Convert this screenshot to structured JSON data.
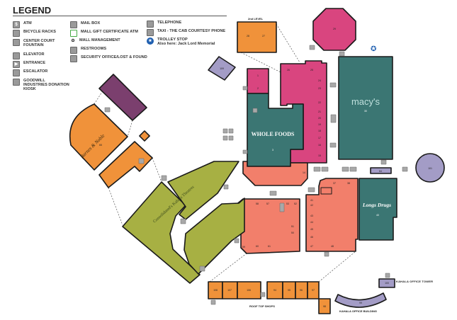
{
  "legend": {
    "title": "LEGEND",
    "items": [
      {
        "icon": "atm-icon",
        "label": "ATM"
      },
      {
        "icon": "bicycle-rack-icon",
        "label": "BICYCLE RACKS"
      },
      {
        "icon": "fountain-icon",
        "label": "CENTER COURT FOUNTAIN"
      },
      {
        "icon": "elevator-icon",
        "label": "ELEVATOR"
      },
      {
        "icon": "entrance-icon",
        "label": "ENTRANCE"
      },
      {
        "icon": "escalator-icon",
        "label": "ESCALATOR"
      },
      {
        "icon": "donation-icon",
        "label": "GOODWILL INDUSTRIES DONATION KIOSK"
      },
      {
        "icon": "mailbox-icon",
        "label": "MAIL BOX"
      },
      {
        "icon": "gift-certificate-atm-icon",
        "label": "MALL GIFT CERTIFICATE ATM"
      },
      {
        "icon": "mall-management-icon",
        "label": "MALL MANAGEMENT"
      },
      {
        "icon": "restroom-icon",
        "label": "RESTROOMS"
      },
      {
        "icon": "security-icon",
        "label": "SECURITY OFFICE/LOST & FOUND"
      },
      {
        "icon": "telephone-icon",
        "label": "TELEPHONE"
      },
      {
        "icon": "taxi-icon",
        "label": "TAXI - THE CAB COURTESY PHONE"
      },
      {
        "icon": "trolley-stop-icon",
        "label": "TROLLEY STOP"
      }
    ],
    "trolley_note": "Also here: Jack Lord Memorial"
  },
  "map": {
    "second_level": "2nd LEVEL",
    "roof_top_shops": "ROOF TOP SHOPS",
    "office_tower": "KAHALA OFFICE TOWER",
    "office_building": "KAHALA OFFICE BUILDING",
    "anchors": {
      "macys": "macy's",
      "whole_foods": "WHOLE FOODS",
      "longs": "Longs Drugs",
      "barnes": "Barnes & Noble",
      "theatres": "Consolidated's Kahala Theatres"
    },
    "units": {
      "u28": "28",
      "u27": "27",
      "u29": "29",
      "u1": "1",
      "u2": "2",
      "u26": "26",
      "u25": "25",
      "u24": "24",
      "u23": "23",
      "u22": "22",
      "u21": "21",
      "u20": "20",
      "u19": "19",
      "u18": "18",
      "u17": "17",
      "u16": "16",
      "u15": "15",
      "u3": "3",
      "u30": "30",
      "u14": "14",
      "u37": "37",
      "u38": "38",
      "u41": "41",
      "u42": "42",
      "u43": "43",
      "u44": "44",
      "u45": "45",
      "u46": "46",
      "u47": "47",
      "u48": "48",
      "u40": "40",
      "u50": "50",
      "u51": "51",
      "u52": "52",
      "u53": "53",
      "u57": "57",
      "u58": "58",
      "u59": "59",
      "u60": "60",
      "u61": "61",
      "u108": "108",
      "u107": "107",
      "u106": "106",
      "u94": "94",
      "u95": "95",
      "u96": "96",
      "u97": "97",
      "u98": "98",
      "u99": "99",
      "u100": "100",
      "u101": "101",
      "u109": "109",
      "u65": "65",
      "u84": "84"
    }
  },
  "colors": {
    "orange": "#f0923a",
    "purple": "#7b3f6e",
    "olive": "#a7b043",
    "salmon": "#f27f6b",
    "pink": "#d9457f",
    "teal": "#3b7673",
    "lavender": "#a39cc6",
    "trolley": "#1f5fb0"
  }
}
